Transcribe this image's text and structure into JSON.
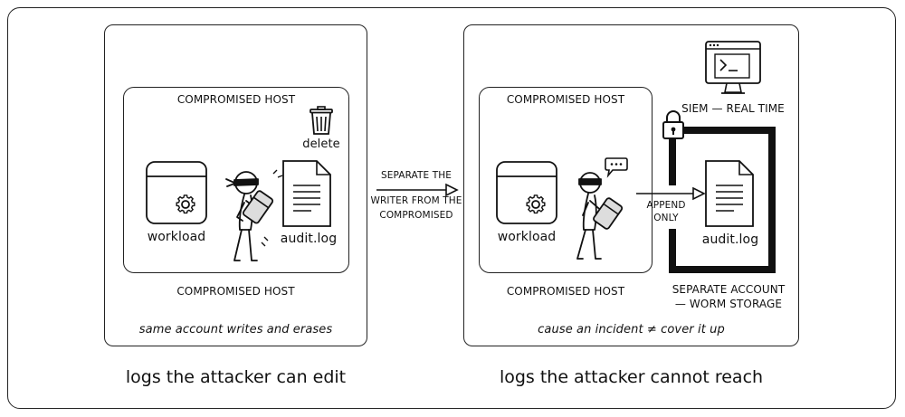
{
  "left": {
    "host_title": "COMPROMISED HOST",
    "delete_label": "delete",
    "workload_label": "workload",
    "audit_label": "audit.log",
    "host_bottom": "COMPROMISED HOST",
    "note": "same account writes and erases",
    "caption": "logs the attacker can edit"
  },
  "middle": {
    "arrow_line1": "SEPARATE THE",
    "arrow_line2": "WRITER FROM THE",
    "arrow_line3": "COMPROMISED"
  },
  "right": {
    "host_title": "COMPROMISED HOST",
    "siem_label": "SIEM — REAL TIME",
    "append_line1": "APPEND",
    "append_line2": "ONLY",
    "workload_label": "workload",
    "audit_label": "audit.log",
    "host_bottom": "COMPROMISED HOST",
    "storage_line1": "SEPARATE ACCOUNT",
    "storage_line2": "— WORM STORAGE",
    "note": "cause an incident ≠ cover it up",
    "caption": "logs the attacker cannot reach",
    "terminal_prompt": ">_"
  }
}
